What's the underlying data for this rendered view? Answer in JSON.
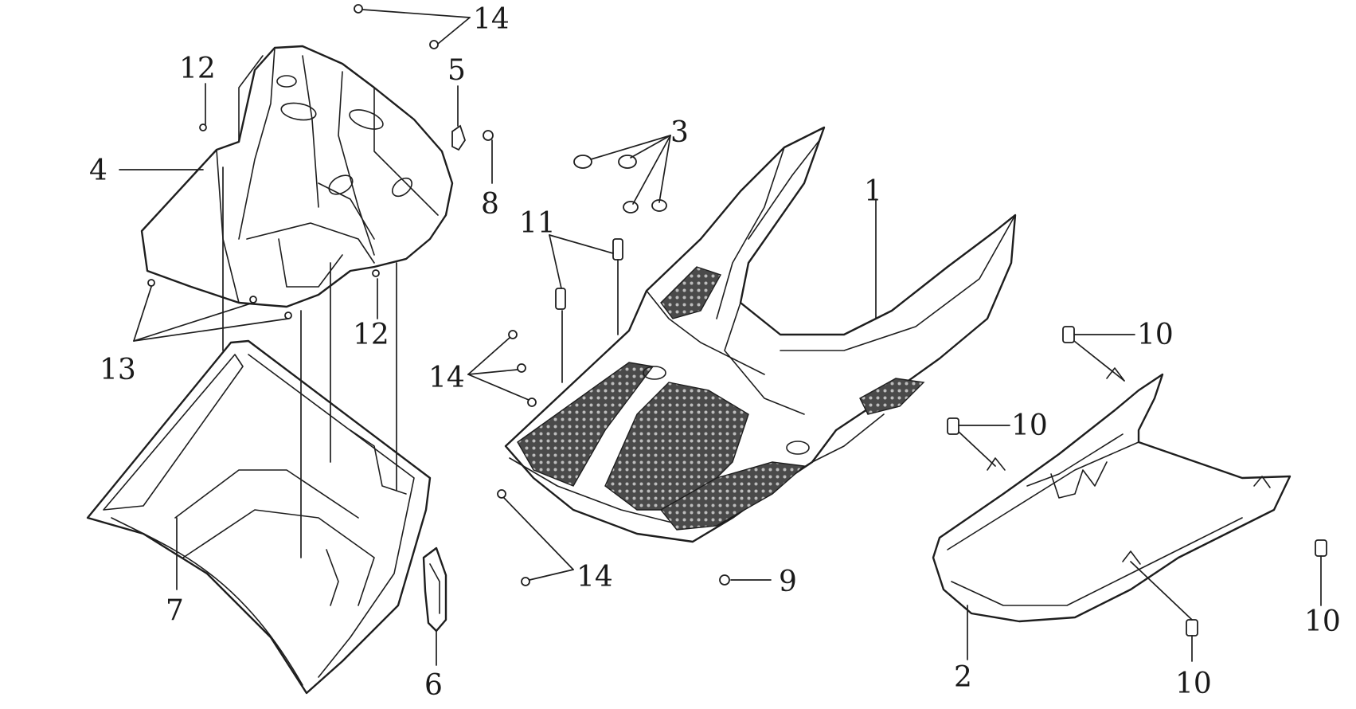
{
  "colors": {
    "background": "#ffffff",
    "ink": "#1e1e1e"
  },
  "callouts": {
    "c1": "1",
    "c2": "2",
    "c3": "3",
    "c4": "4",
    "c5": "5",
    "c6": "6",
    "c7": "7",
    "c8": "8",
    "c9": "9",
    "c10a": "10",
    "c10b": "10",
    "c10c": "10",
    "c10d": "10",
    "c11": "11",
    "c12a": "12",
    "c12b": "12",
    "c13": "13",
    "c14a": "14",
    "c14b": "14",
    "c14c": "14"
  }
}
